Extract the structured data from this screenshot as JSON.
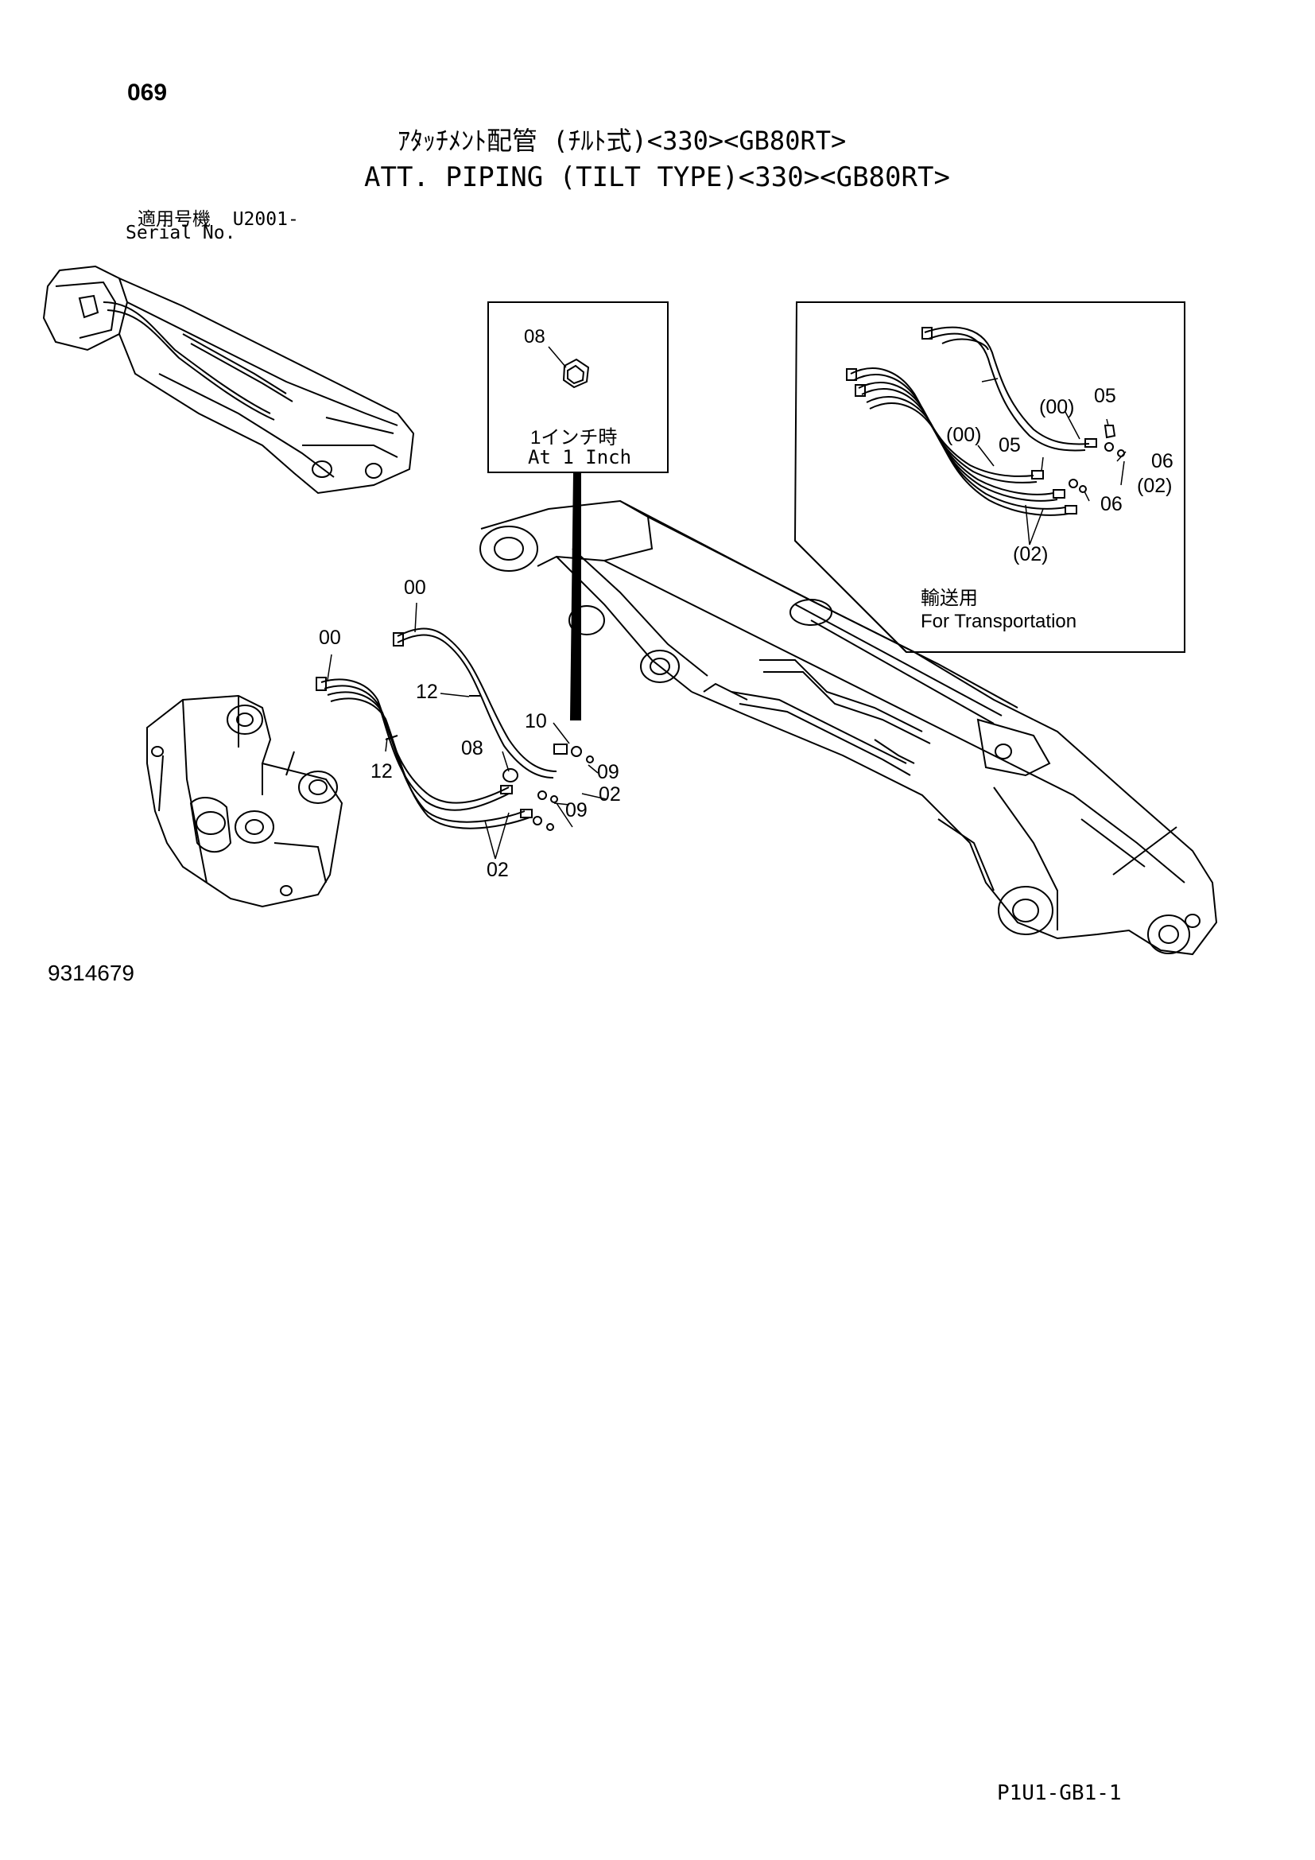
{
  "page_number": "069",
  "title_ja": "ｱﾀｯﾁﾒﾝﾄ配管 (ﾁﾙﾄ式)<330><GB80RT>",
  "title_en": "ATT. PIPING (TILT TYPE)<330><GB80RT>",
  "serial": {
    "label_ja": "適用号機",
    "value": "U2001-",
    "label_en": "Serial No."
  },
  "detail_inch": {
    "part": "08",
    "caption_ja": "1インチ時",
    "caption_en": "At 1 Inch"
  },
  "detail_transport": {
    "caption_ja": "輸送用",
    "caption_en": "For Transportation",
    "callouts": [
      "(00)",
      "05",
      "(00)",
      "05",
      "06",
      "(02)",
      "06",
      "(02)"
    ]
  },
  "main_callouts": [
    "00",
    "00",
    "12",
    "12",
    "10",
    "08",
    "09",
    "02",
    "09",
    "02"
  ],
  "drawing_number": "9314679",
  "page_code": "P1U1-GB1-1"
}
